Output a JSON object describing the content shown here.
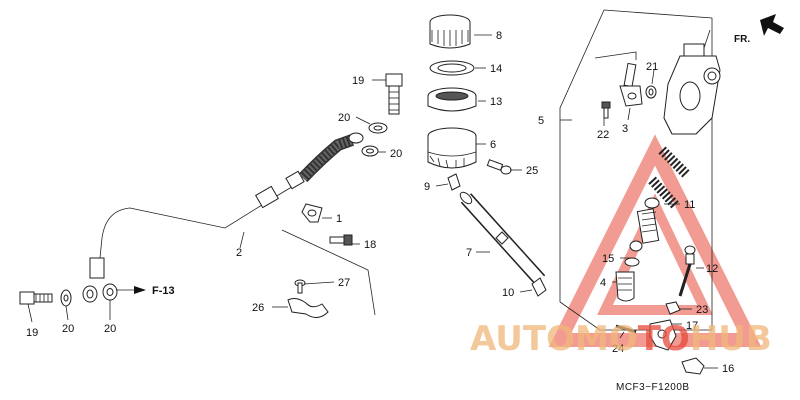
{
  "diagram": {
    "callouts": {
      "c1": "1",
      "c2": "2",
      "c3": "3",
      "c4": "4",
      "c5": "5",
      "c6": "6",
      "c7": "7",
      "c8": "8",
      "c9": "9",
      "c10": "10",
      "c11": "11",
      "c12": "12",
      "c13": "13",
      "c14": "14",
      "c15": "15",
      "c16": "16",
      "c17": "17",
      "c18": "18",
      "c19a": "19",
      "c19b": "19",
      "c20a": "20",
      "c20b": "20",
      "c20c": "20",
      "c20d": "20",
      "c21": "21",
      "c22": "22",
      "c23": "23",
      "c24": "24",
      "c25": "25",
      "c26": "26",
      "c27": "27"
    },
    "reference": "F-13",
    "direction": "FR.",
    "figure_code": "MCF3−F1200B"
  },
  "watermark": {
    "brand_left": "AUTOMO",
    "brand_accent": "TO",
    "brand_right": "HUB",
    "color_brand": "#f0b87a",
    "color_accent": "#e84a3c"
  }
}
